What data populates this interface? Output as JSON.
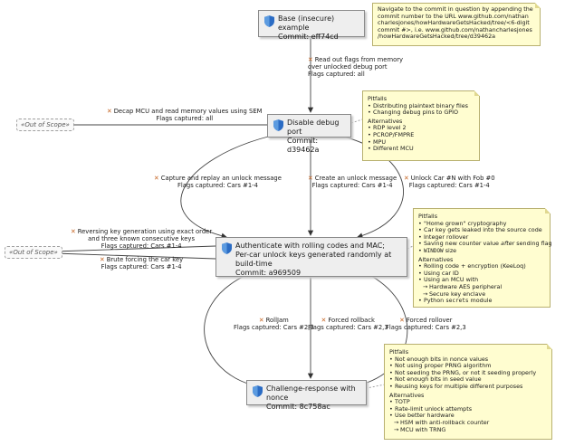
{
  "nodes": {
    "base": {
      "title": "Base (insecure) example",
      "commit": "Commit: eff74cd"
    },
    "debug": {
      "title": "Disable debug port",
      "commit": "Commit: d39462a"
    },
    "auth": {
      "line1": "Authenticate with rolling codes and MAC;",
      "line2": "Per-car unlock keys generated randomly at build-time",
      "commit": "Commit: a969509"
    },
    "chal": {
      "title": "Challenge-response with nonce",
      "commit": "Commit: 8c758ac"
    }
  },
  "out_of_scope": "«Out of Scope»",
  "edges": {
    "read_flags": {
      "l1": "Read out flags from memory",
      "l2": "over unlocked debug port",
      "l3": "Flags captured: all"
    },
    "decap": {
      "l1": "Decap MCU and read memory values using SEM",
      "l2": "Flags captured: all"
    },
    "replay": {
      "l1": "Capture and replay an unlock message",
      "l2": "Flags captured: Cars #1-4"
    },
    "create": {
      "l1": "Create an unlock message",
      "l2": "Flags captured: Cars #1-4"
    },
    "unlock_fob": {
      "l1": "Unlock Car #N with Fob #0",
      "l2": "Flags captured: Cars #1-4"
    },
    "reverse_keygen": {
      "l1": "Reversing key generation using exact order",
      "l2": "and three known consecutive keys",
      "l3": "Flags captured: Cars #1-4"
    },
    "brute": {
      "l1": "Brute forcing the car key",
      "l2": "Flags captured: Cars #1-4"
    },
    "rolljam": {
      "l1": "RollJam",
      "l2": "Flags captured: Cars #2,3"
    },
    "forced_rollback": {
      "l1": "Forced rollback",
      "l2": "Flags captured: Cars #2,3"
    },
    "forced_rollover": {
      "l1": "Forced rollover",
      "l2": "Flags captured: Cars #2,3"
    }
  },
  "notes": {
    "top": {
      "lines": [
        "Navigate to the commit in question by appending the",
        "commit number to the URL www.github.com/nathan",
        "charlesjones/howHardwareGetsHacked/tree/<6-digit",
        "commit #>, i.e. www.github.com/nathancharlesjones",
        "/howHardwareGetsHacked/tree/d39462a"
      ]
    },
    "debug": {
      "pitfalls_h": "Pitfalls",
      "pitfalls": [
        "Distributing plaintext binary files",
        "Changing debug pins to GPIO"
      ],
      "alt_h": "Alternatives",
      "alts": [
        "RDP level 2",
        "PCROP/FMPRE",
        "MPU",
        "Different MCU"
      ]
    },
    "auth": {
      "pitfalls_h": "Pitfalls",
      "p1": "\"Home grown\" cryptography",
      "p2": "Car key gets leaked into the source code",
      "p3": "Integer rollover",
      "p4a": "Saving new counter value ",
      "p4b": "after",
      "p4c": " sending flag",
      "p5a": "WINDOW",
      "p5b": " size",
      "alt_h": "Alternatives",
      "a1": "Rolling code + encryption (KeeLoq)",
      "a2": "Using car ID",
      "a3": "Using an MCU with",
      "a3s1": "Hardware AES peripheral",
      "a3s2": "Secure key enclave",
      "a4a": "Python ",
      "a4b": "secrets",
      "a4c": " module"
    },
    "chal": {
      "pitfalls_h": "Pitfalls",
      "pitfalls": [
        "Not enough bits in nonce values",
        "Not using proper PRNG algorithm",
        "Not seeding the PRNG, or not it seeding properly",
        "Not enough bits in seed value",
        "Reusing keys for multiple different purposes"
      ],
      "alt_h": "Alternatives",
      "a1": "TOTP",
      "a2": "Rate-limit unlock attempts",
      "a3": "Use better hardware",
      "a3s1": "HSM with anti-rollback counter",
      "a3s2": "MCU with TRNG"
    }
  },
  "colors": {
    "node_fill": "#eeeeee",
    "note_fill": "#fffdd0",
    "edge": "#333333",
    "x_mark": "#c86a2a",
    "shield": "#2b6cc4"
  }
}
